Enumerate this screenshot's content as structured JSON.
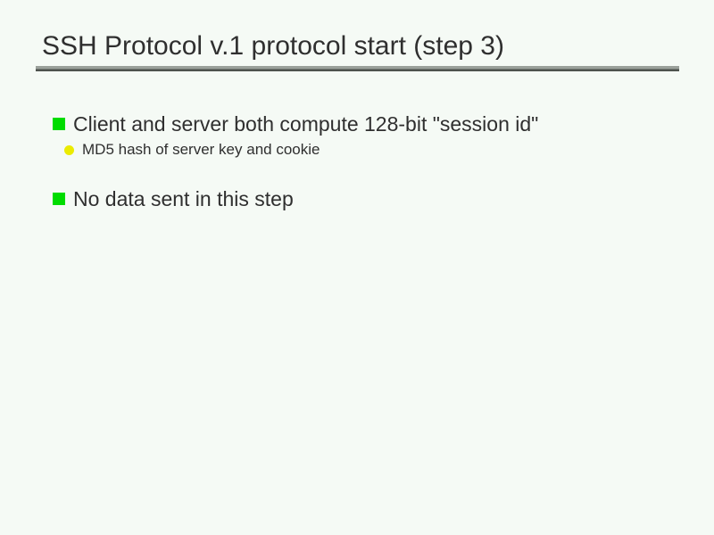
{
  "slide": {
    "title": "SSH Protocol v.1 protocol start (step 3)",
    "bullets": [
      {
        "level": 1,
        "marker": "green-square",
        "text": "Client and server both compute 128-bit \"session id\""
      },
      {
        "level": 2,
        "marker": "yellow-disc",
        "text": "MD5 hash of server key and cookie"
      },
      {
        "level": 1,
        "marker": "green-square",
        "text": "No data sent in this step"
      }
    ],
    "colors": {
      "background": "#f5faf5",
      "text": "#2f2f2f",
      "bullet_green": "#00dc00",
      "bullet_yellow": "#ebeb00",
      "rule_light": "#9aa09a",
      "rule_dark": "#4d524d"
    }
  }
}
